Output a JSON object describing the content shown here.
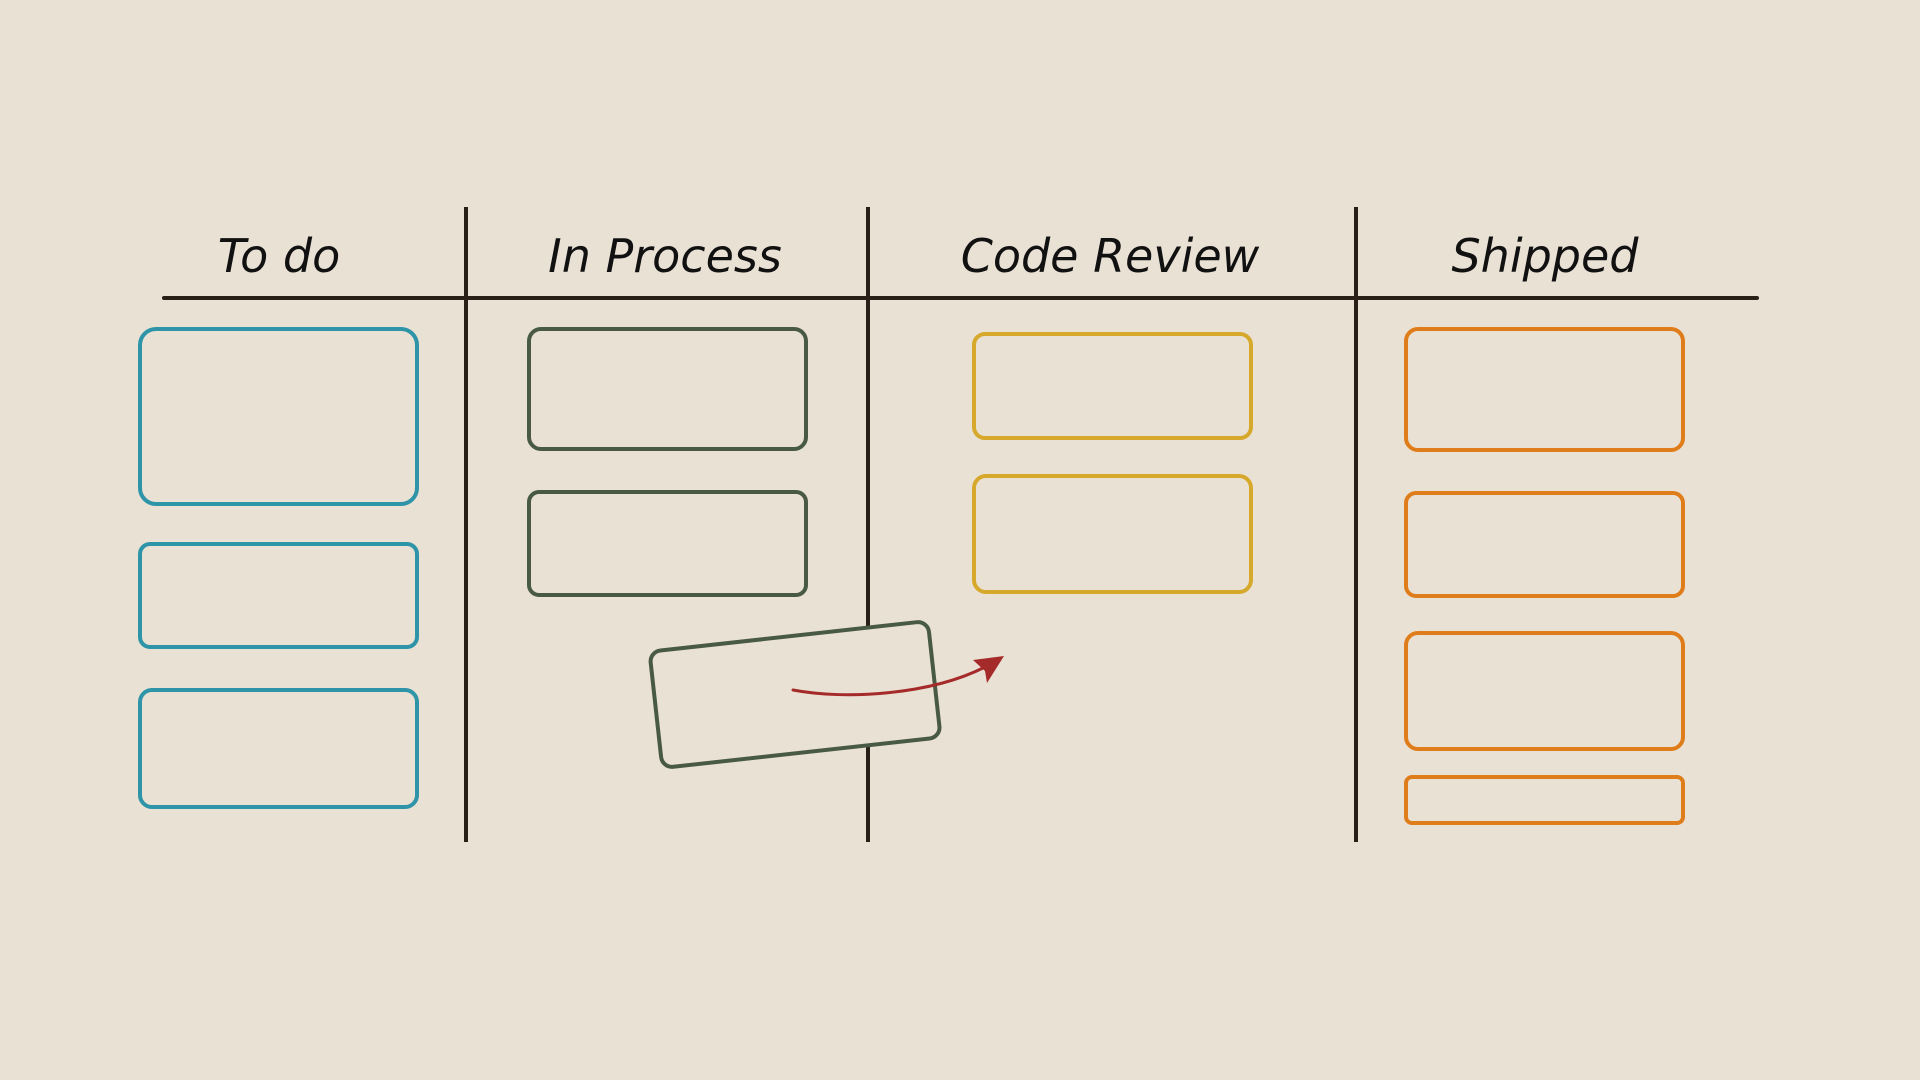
{
  "colors": {
    "background": "#EAE1D5",
    "divider": "#2A1F17",
    "todo": "#2E94A8",
    "in_process": "#495A44",
    "code_review": "#D6A92C",
    "shipped": "#E07D1B",
    "drag_arrow": "#A52A2A"
  },
  "board": {
    "columns": [
      {
        "key": "todo",
        "title": "To do",
        "card_count": 3
      },
      {
        "key": "in_process",
        "title": "In Process",
        "card_count": 2
      },
      {
        "key": "code_review",
        "title": "Code Review",
        "card_count": 2
      },
      {
        "key": "shipped",
        "title": "Shipped",
        "card_count": 4
      }
    ],
    "dragging_card": {
      "from_column": "In Process",
      "to_column": "Code Review"
    }
  }
}
